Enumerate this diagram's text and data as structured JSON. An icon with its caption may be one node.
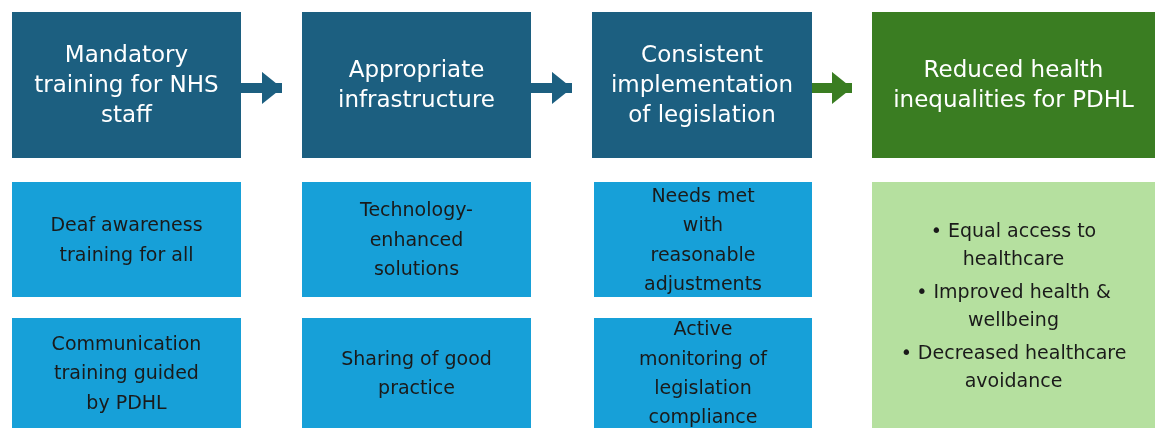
{
  "diagram": {
    "nodes": [
      {
        "text": [
          "Mandatory training for NHS staff"
        ]
      },
      {
        "text": [
          "Appropriate infrastructure"
        ]
      },
      {
        "text": [
          "Consistent implementation of legislation"
        ]
      },
      {
        "text": [
          "Reduced health inequalities for PDHL"
        ]
      },
      {
        "text": [
          "Deaf awareness training for all"
        ]
      },
      {
        "text": [
          "Technology-enhanced solutions"
        ]
      },
      {
        "text": [
          "Needs met with reasonable adjustments"
        ]
      },
      {
        "text": [
          "• Equal access to healthcare",
          "• Improved health & wellbeing",
          "• Decreased healthcare avoidance"
        ]
      },
      {
        "text": [
          "Communication training guided by PDHL"
        ]
      },
      {
        "text": [
          "Sharing of good practice"
        ]
      },
      {
        "text": [
          "Active monitoring of legislation compliance"
        ]
      }
    ],
    "edges": [
      {
        "from": 0,
        "to": 1,
        "arrow": "to"
      },
      {
        "from": 1,
        "to": 2,
        "arrow": "to"
      },
      {
        "from": 2,
        "to": 3,
        "arrow": "to",
        "color": "#3a7d22"
      }
    ]
  }
}
